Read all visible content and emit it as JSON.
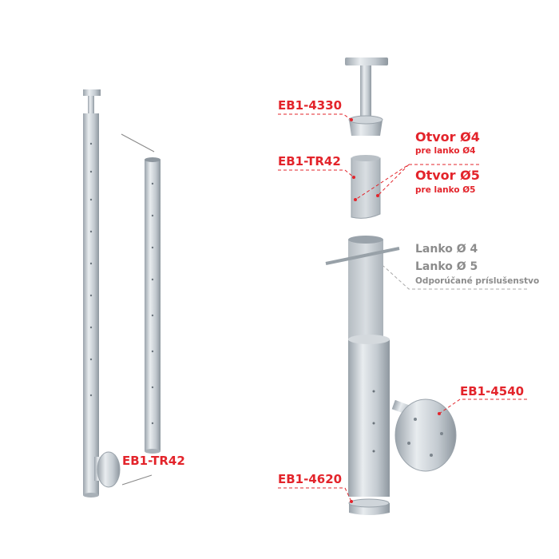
{
  "colors": {
    "accent": "#e3242b",
    "secondary": "#8c8c8c",
    "metal": "#c9d0d6"
  },
  "labels": {
    "left_post": "EB1-TR42",
    "top_holder": "EB1-4330",
    "insert_tube": "EB1-TR42",
    "hole4_title": "Otvor Ø4",
    "hole4_sub": "pre lanko Ø4",
    "hole5_title": "Otvor Ø5",
    "hole5_sub": "pre lanko Ø5",
    "cable4": "Lanko Ø 4",
    "cable5": "Lanko Ø 5",
    "accessories": "Odporúčané príslušenstvo",
    "wall_plate": "EB1-4540",
    "end_cap": "EB1-4620"
  }
}
